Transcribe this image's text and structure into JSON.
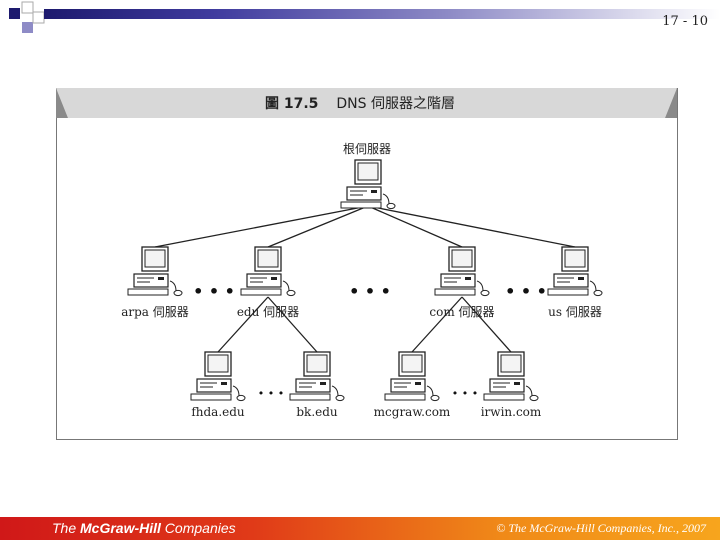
{
  "slide_number": "17 - 10",
  "figure": {
    "number": "圖 17.5",
    "title": "DNS 伺服器之階層"
  },
  "nodes": {
    "root": "根伺服器",
    "arpa": "arpa 伺服器",
    "edu": "edu 伺服器",
    "com": "com 伺服器",
    "us": "us 伺服器",
    "fhda": "fhda.edu",
    "bk": "bk.edu",
    "mcgraw": "mcgraw.com",
    "irwin": "irwin.com"
  },
  "ellipsis": {
    "large": "• • •",
    "small": "• • •"
  },
  "footer": {
    "logo_prefix": "The ",
    "logo_brand": "McGraw-Hill",
    "logo_suffix": " Companies",
    "copyright": "© The McGraw-Hill Companies, Inc., 2007"
  }
}
